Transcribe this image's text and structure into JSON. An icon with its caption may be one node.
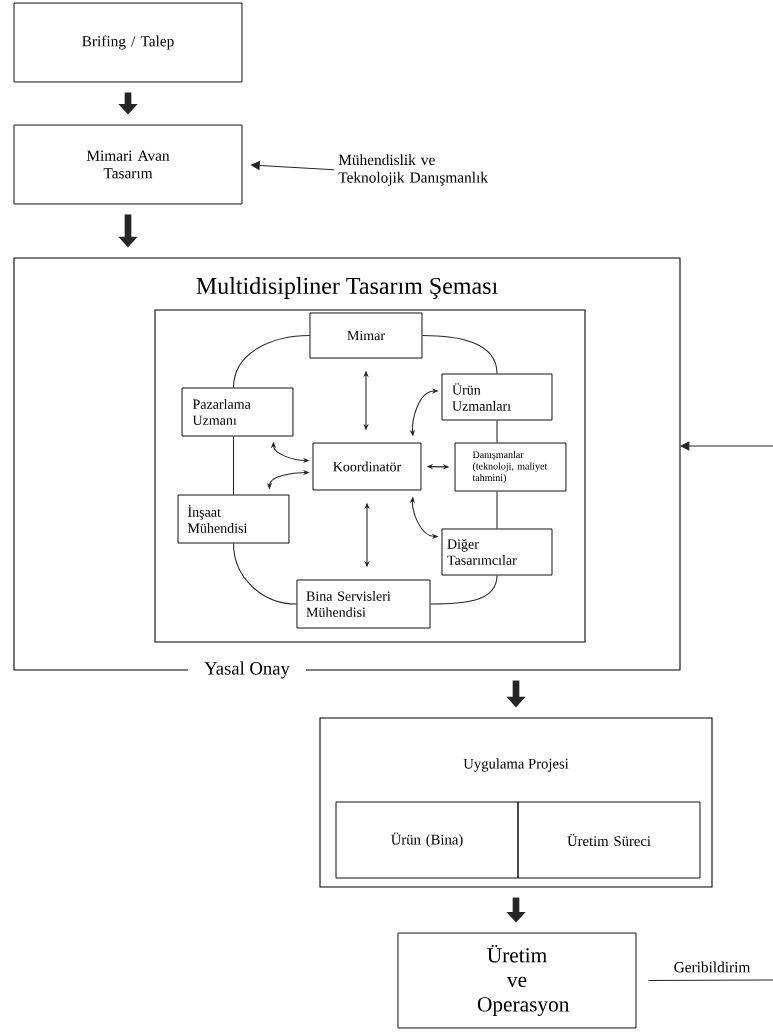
{
  "diagram": {
    "nodes": [
      {
        "text": [
          "Brifing / Talep"
        ]
      },
      {
        "text": [
          "Mimari Avan Tasarım"
        ]
      },
      {
        "text": [
          "Mühendislik ve Teknolojik Danışmanlık"
        ]
      },
      {
        "text": [
          "Multidisipliner Tasarım Şeması",
          "Yasal Onay"
        ]
      },
      {
        "text": [],
        "shape": "box",
        "in": 3
      },
      {
        "text": [
          "Mimar"
        ],
        "in": 4
      },
      {
        "text": [
          "Pazarlama Uzmanı"
        ],
        "in": 4
      },
      {
        "text": [
          "Ürün Uzmanları"
        ],
        "in": 4
      },
      {
        "text": [
          "Koordinatör"
        ],
        "in": 4
      },
      {
        "text": [
          "Danışmanlar (teknoloji, maliyet tahmini)"
        ],
        "in": 4
      },
      {
        "text": [
          "İnşaat Mühendisi"
        ],
        "in": 4
      },
      {
        "text": [
          "Diğer Tasarımcılar"
        ],
        "in": 4
      },
      {
        "text": [
          "Bina Servisleri Mühendisi"
        ],
        "in": 4
      },
      {
        "text": [
          "Uygulama Projesi"
        ]
      },
      {
        "text": [
          "Ürün (Bina)"
        ],
        "in": 13
      },
      {
        "text": [
          "Üretim Süreci"
        ],
        "in": 13
      },
      {
        "text": [
          "Üretim ve Operasyon"
        ]
      }
    ],
    "edges": [
      {
        "from": 0,
        "to": 1,
        "arrow": "to",
        "style": "thick"
      },
      {
        "from": 2,
        "to": 1,
        "arrow": "to"
      },
      {
        "from": 1,
        "to": 3,
        "arrow": "to",
        "style": "thick"
      },
      {
        "from": null,
        "to": 3,
        "arrow": "to"
      },
      {
        "from": 5,
        "to": 6,
        "arrow": "none"
      },
      {
        "from": 6,
        "to": 10,
        "arrow": "none"
      },
      {
        "from": 10,
        "to": 12,
        "arrow": "none"
      },
      {
        "from": 12,
        "to": 11,
        "arrow": "none"
      },
      {
        "from": 11,
        "to": 9,
        "arrow": "none"
      },
      {
        "from": 9,
        "to": 7,
        "arrow": "none"
      },
      {
        "from": 7,
        "to": 5,
        "arrow": "none"
      },
      {
        "from": 5,
        "to": 8,
        "arrow": "both"
      },
      {
        "from": 8,
        "to": 12,
        "arrow": "both"
      },
      {
        "from": 8,
        "to": 9,
        "arrow": "both"
      },
      {
        "from": 8,
        "to": 7,
        "arrow": "both"
      },
      {
        "from": 8,
        "to": 11,
        "arrow": "both"
      },
      {
        "from": 8,
        "to": 6,
        "arrow": "both"
      },
      {
        "from": 8,
        "to": 10,
        "arrow": "both"
      },
      {
        "from": 3,
        "to": 13,
        "arrow": "to",
        "style": "thick"
      },
      {
        "from": 13,
        "to": 16,
        "arrow": "to",
        "style": "thick"
      },
      {
        "from": 16,
        "to": null,
        "arrow": "none",
        "label": "Geribildirim"
      }
    ]
  }
}
